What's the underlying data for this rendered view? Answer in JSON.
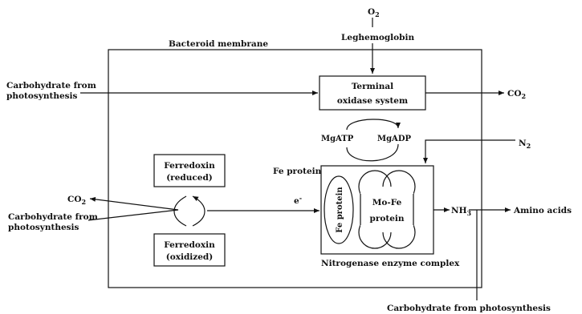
{
  "labels": {
    "o2": "O",
    "o2_sub": "2",
    "leghemoglobin": "Leghemoglobin",
    "bacteroid_membrane": "Bacteroid membrane",
    "carb_left_1": "Carbohydrate from",
    "carb_left_2": "photosynthesis",
    "terminal_1": "Terminal",
    "terminal_2": "oxidase system",
    "co2_right": "CO",
    "co2_right_sub": "2",
    "mgatp": "MgATP",
    "mgadp": "MgADP",
    "n2": "N",
    "n2_sub": "2",
    "ferredoxin_reduced_1": "Ferredoxin",
    "ferredoxin_reduced_2": "(reduced)",
    "ferredoxin_oxidized_1": "Ferredoxin",
    "ferredoxin_oxidized_2": "(oxidized)",
    "fe_protein_label": "Fe protein",
    "co2_left": "CO",
    "co2_left_sub": "2",
    "carb_left2_1": "Carbohydrate from",
    "carb_left2_2": "photosynthesis",
    "electron": "e",
    "electron_sup": "-",
    "fe_protein_rot": "Fe protein",
    "mofe_1": "Mo-Fe",
    "mofe_2": "protein",
    "nh3": "NH",
    "nh3_sub": "3",
    "amino_acids": "Amino acids",
    "nitrogenase": "Nitrogenase enzyme complex",
    "carb_bottom": "Carbohydrate from photosynthesis"
  }
}
